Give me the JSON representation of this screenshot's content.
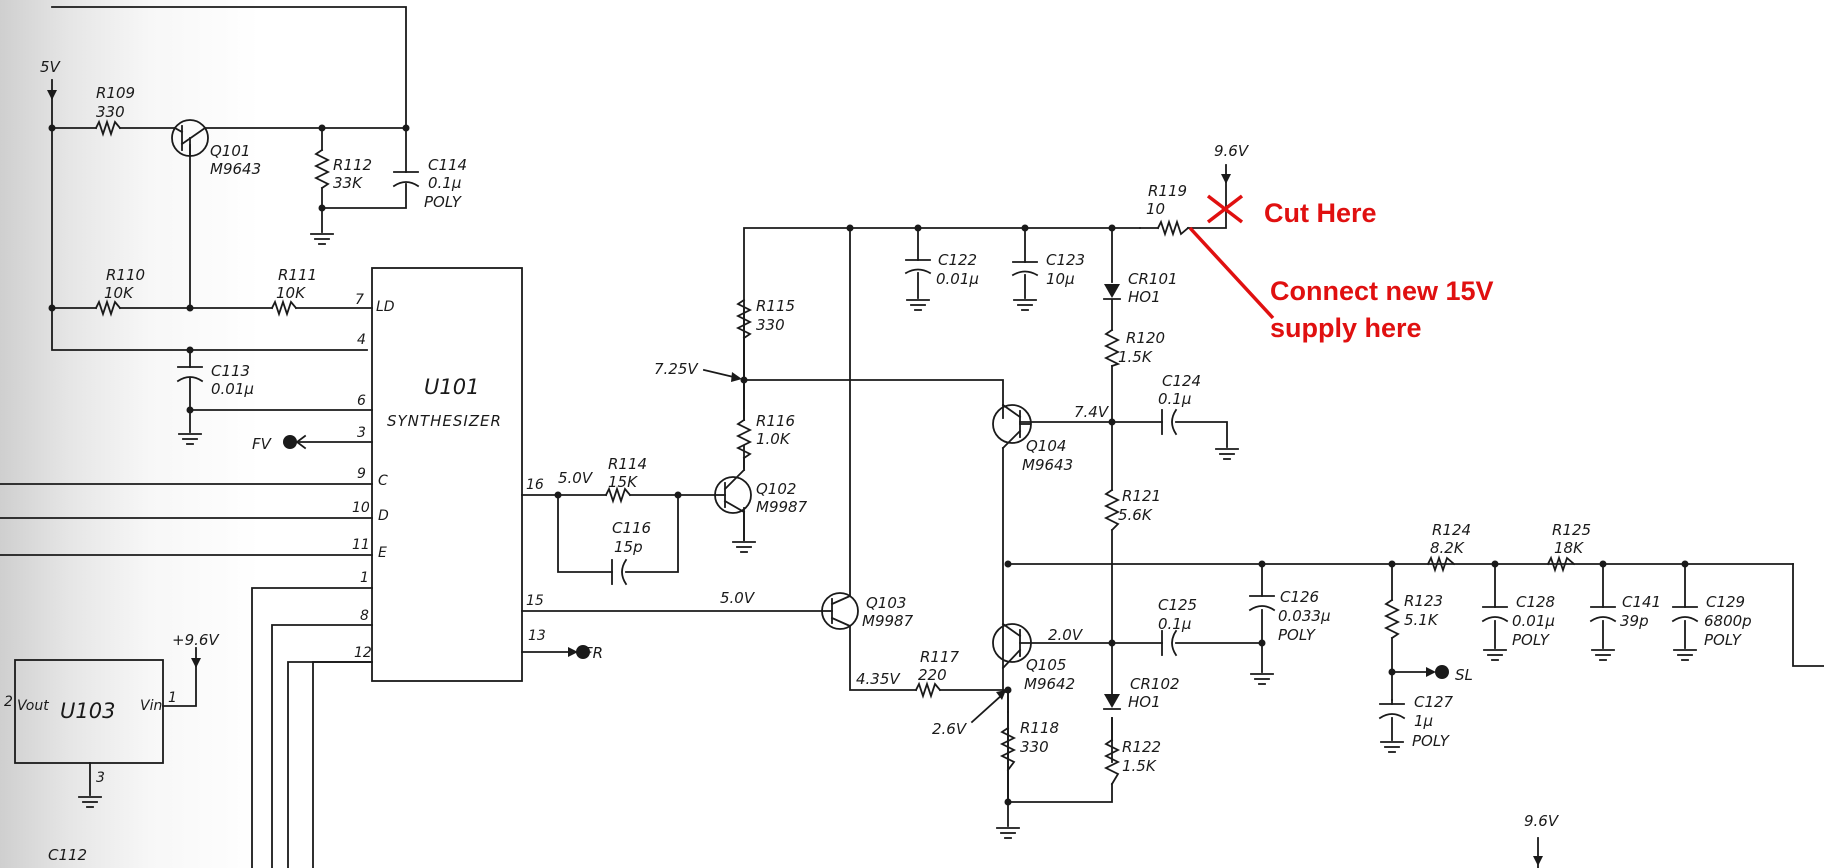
{
  "annotations": {
    "cut_here": "Cut Here",
    "connect_line1": "Connect new 15V",
    "connect_line2": "supply here",
    "accent_color": "#e01010"
  },
  "voltages": {
    "v5": "5V",
    "v96_top": "9.6V",
    "v96_u103": "+9.6V",
    "v96_bottom": "9.6V",
    "v725": "7.25V",
    "v74": "7.4V",
    "v50_a": "5.0V",
    "v50_b": "5.0V",
    "v435": "4.35V",
    "v26": "2.6V",
    "v20": "2.0V"
  },
  "components": {
    "R109": {
      "ref": "R109",
      "val": "330"
    },
    "R110": {
      "ref": "R110",
      "val": "10K"
    },
    "R111": {
      "ref": "R111",
      "val": "10K"
    },
    "R112": {
      "ref": "R112",
      "val": "33K"
    },
    "R114": {
      "ref": "R114",
      "val": "15K"
    },
    "R115": {
      "ref": "R115",
      "val": "330"
    },
    "R116": {
      "ref": "R116",
      "val": "1.0K"
    },
    "R117": {
      "ref": "R117",
      "val": "220"
    },
    "R118": {
      "ref": "R118",
      "val": "330"
    },
    "R119": {
      "ref": "R119",
      "val": "10"
    },
    "R120": {
      "ref": "R120",
      "val": "1.5K"
    },
    "R121": {
      "ref": "R121",
      "val": "5.6K"
    },
    "R122": {
      "ref": "R122",
      "val": "1.5K"
    },
    "R123": {
      "ref": "R123",
      "val": "5.1K"
    },
    "R124": {
      "ref": "R124",
      "val": "8.2K"
    },
    "R125": {
      "ref": "R125",
      "val": "18K"
    },
    "C112": {
      "ref": "C112"
    },
    "C113": {
      "ref": "C113",
      "val": "0.01μ"
    },
    "C114": {
      "ref": "C114",
      "val": "0.1μ",
      "type": "POLY"
    },
    "C116": {
      "ref": "C116",
      "val": "15p"
    },
    "C122": {
      "ref": "C122",
      "val": "0.01μ"
    },
    "C123": {
      "ref": "C123",
      "val": "10μ"
    },
    "C124": {
      "ref": "C124",
      "val": "0.1μ"
    },
    "C125": {
      "ref": "C125",
      "val": "0.1μ"
    },
    "C126": {
      "ref": "C126",
      "val": "0.033μ",
      "type": "POLY"
    },
    "C127": {
      "ref": "C127",
      "val": "1μ",
      "type": "POLY"
    },
    "C128": {
      "ref": "C128",
      "val": "0.01μ",
      "type": "POLY"
    },
    "C129": {
      "ref": "C129",
      "val": "6800p",
      "type": "POLY"
    },
    "C141": {
      "ref": "C141",
      "val": "39p"
    },
    "Q101": {
      "ref": "Q101",
      "val": "M9643"
    },
    "Q102": {
      "ref": "Q102",
      "val": "M9987"
    },
    "Q103": {
      "ref": "Q103",
      "val": "M9987"
    },
    "Q104": {
      "ref": "Q104",
      "val": "M9643"
    },
    "Q105": {
      "ref": "Q105",
      "val": "M9642"
    },
    "CR101": {
      "ref": "CR101",
      "val": "HO1"
    },
    "CR102": {
      "ref": "CR102",
      "val": "HO1"
    }
  },
  "u101": {
    "name": "U101",
    "subtitle": "SYNTHESIZER",
    "pins": {
      "p7": "7",
      "p4": "4",
      "p6": "6",
      "p3": "3",
      "p9": "9",
      "p10": "10",
      "p11": "11",
      "p1": "1",
      "p8": "8",
      "p12": "12",
      "p16": "16",
      "p15": "15",
      "p13": "13"
    },
    "pin_labels": {
      "ld": "LD",
      "c": "C",
      "d": "D",
      "e": "E"
    }
  },
  "u103": {
    "name": "U103",
    "vout": "Vout",
    "vin": "Vin",
    "pin_vout": "2",
    "pin_vin": "1",
    "pin_gnd": "3"
  },
  "nets": {
    "fv": "FV",
    "fr": "FR",
    "sl": "SL"
  }
}
